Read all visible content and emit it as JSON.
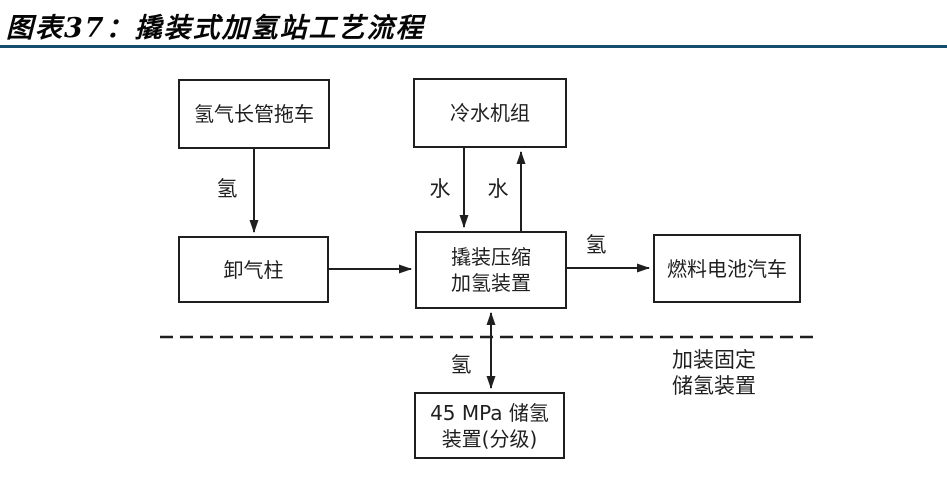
{
  "figure": {
    "title": "图表37：撬装式加氢站工艺流程",
    "accent_color": "#134f6d"
  },
  "diagram": {
    "nodes": [
      {
        "id": "trailer",
        "lines": [
          "氢气长管拖车"
        ]
      },
      {
        "id": "chiller",
        "lines": [
          "冷水机组"
        ]
      },
      {
        "id": "unloading",
        "lines": [
          "卸气柱"
        ]
      },
      {
        "id": "compressor",
        "lines": [
          "撬装压缩",
          "加氢装置"
        ]
      },
      {
        "id": "vehicle",
        "lines": [
          "燃料电池汽车"
        ]
      },
      {
        "id": "storage",
        "lines": [
          "45 MPa 储氢",
          "装置(分级)"
        ]
      }
    ],
    "flow_labels": {
      "hydrogen_to_unloading": "氢",
      "water_supply": "水",
      "water_return": "水",
      "hydrogen_to_vehicle": "氢",
      "hydrogen_to_storage": "氢"
    },
    "annotation": {
      "line1": "加装固定",
      "line2": "储氢装置"
    }
  }
}
